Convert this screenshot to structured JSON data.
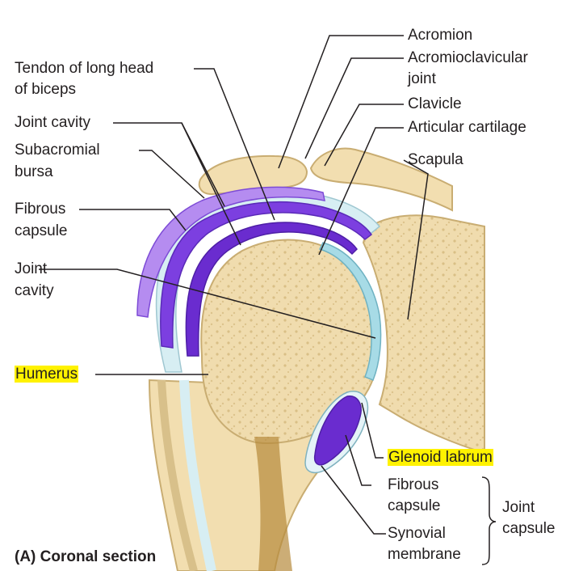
{
  "figure": {
    "caption": "(A) Coronal section"
  },
  "labels": {
    "acromion": "Acromion",
    "acromioclavicular_1": "Acromioclavicular",
    "acromioclavicular_2": "joint",
    "clavicle": "Clavicle",
    "articular_cartilage": "Articular cartilage",
    "scapula": "Scapula",
    "tendon_1": "Tendon of long head",
    "tendon_2": "of biceps",
    "joint_cavity_top": "Joint cavity",
    "subacromial_1": "Subacromial",
    "subacromial_2": "bursa",
    "fibrous_capsule_left_1": "Fibrous",
    "fibrous_capsule_left_2": "capsule",
    "joint_cavity_mid_1": "Joint",
    "joint_cavity_mid_2": "cavity",
    "humerus": "Humerus",
    "glenoid_labrum": "Glenoid labrum",
    "fibrous_capsule_right_1": "Fibrous",
    "fibrous_capsule_right_2": "capsule",
    "synovial_1": "Synovial",
    "synovial_2": "membrane",
    "joint_capsule_1": "Joint",
    "joint_capsule_2": "capsule"
  },
  "colors": {
    "bone": "#f2deb0",
    "bone_edge": "#c9ad72",
    "bursa_purple": "#6a2ccf",
    "bursa_light": "#b58cf0",
    "cartilage": "#a7dbe6",
    "highlight": "#fff200"
  }
}
